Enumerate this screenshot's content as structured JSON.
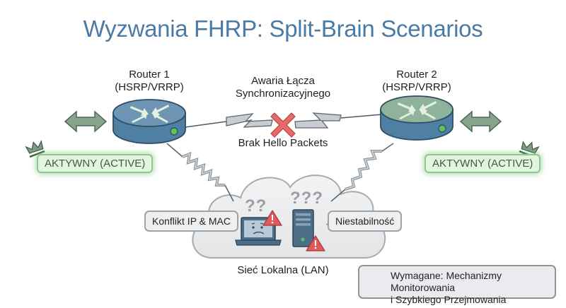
{
  "title": "Wyzwania FHRP: Split-Brain Scenarios",
  "routers": [
    {
      "name": "Router 1",
      "protocol": "(HSRP/VRRP)",
      "status": "AKTYWNY (ACTIVE)"
    },
    {
      "name": "Router 2",
      "protocol": "(HSRP/VRRP)",
      "status": "AKTYWNY (ACTIVE)"
    }
  ],
  "sync_link": {
    "failure_line1": "Awaria Łącza",
    "failure_line2": "Synchronizacyjnego",
    "note": "Brak Hello Packets"
  },
  "lan": {
    "label": "Sieć Lokalna (LAN)",
    "left_bubble": "Konflikt IP & MAC",
    "right_bubble": "Niestabilność",
    "question_marks_laptop": "??",
    "question_marks_server": "???"
  },
  "requirement": {
    "line1": "Wymagane: Mechanizmy Monitorowania",
    "line2": "i Szybkiego Przejmowania"
  },
  "colors": {
    "title": "#4a7aa6",
    "router_body": "#4f7fa3",
    "router_top": "#6f95b4",
    "active_green": "#8cc98a",
    "failure_red": "#e05a5a",
    "arrow_green": "#7f9e85"
  }
}
